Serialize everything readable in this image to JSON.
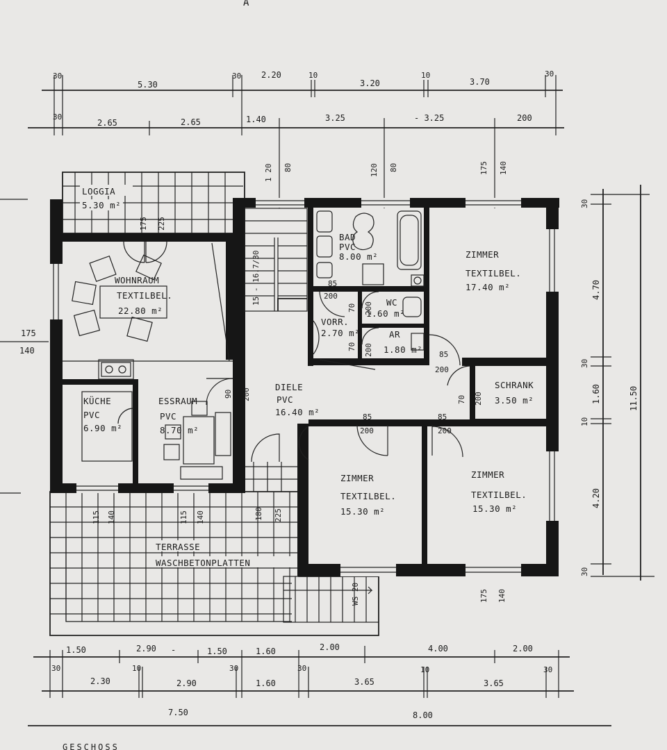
{
  "top": {
    "row1": [
      "30",
      "5.30",
      "30",
      "2.20",
      "10",
      "3.20",
      "10",
      "3.70",
      "30"
    ],
    "row2": [
      "30",
      "2.65",
      "2.65",
      "1.40",
      "3.25",
      "- 3.25",
      "200"
    ],
    "stubs": [
      "1 20",
      "80",
      "120",
      "80",
      "175",
      "140"
    ],
    "title": "A"
  },
  "rooms": {
    "loggia": {
      "name": "LOGGIA",
      "area": "5.30 m²",
      "d1": "175",
      "d2": "225"
    },
    "wohnraum": {
      "name": "WOHNRAUM",
      "floor": "TEXTILBEL.",
      "area": "22.80 m²"
    },
    "kueche": {
      "name": "KÜCHE",
      "floor": "PVC",
      "area": "6.90 m²"
    },
    "essraum": {
      "name": "ESSRAUM",
      "floor": "PVC",
      "area": "8.70 m²"
    },
    "stair": {
      "label": "15 - 16.7/30"
    },
    "bad": {
      "name": "BAD",
      "floor": "PVC",
      "area": "8.00 m²"
    },
    "wc": {
      "name": "WC",
      "area": "1.60 m²"
    },
    "vorr": {
      "name": "VORR.",
      "area": "2.70 m²"
    },
    "ar": {
      "name": "AR",
      "area": "1.80 m²"
    },
    "diele": {
      "name": "DIELE",
      "floor": "PVC",
      "area": "16.40 m²"
    },
    "schrank": {
      "name": "SCHRANK",
      "area": "3.50 m²"
    },
    "zimmer1": {
      "name": "ZIMMER",
      "floor": "TEXTILBEL.",
      "area": "17.40 m²"
    },
    "zimmer2": {
      "name": "ZIMMER",
      "floor": "TEXTILBEL.",
      "area": "15.30 m²"
    },
    "zimmer3": {
      "name": "ZIMMER",
      "floor": "TEXTILBEL.",
      "area": "15.30 m²"
    },
    "terrasse": {
      "name": "TERRASSE",
      "floor": "WASCHBETONPLATTEN"
    }
  },
  "doors": {
    "bad": [
      "85",
      "200"
    ],
    "wc": [
      "70",
      "200"
    ],
    "ar": [
      "70",
      "200"
    ],
    "diele": [
      "90",
      "200"
    ],
    "z1": [
      "85",
      "200"
    ],
    "schrank": [
      "70",
      "200"
    ],
    "z2": [
      "85",
      "200"
    ],
    "z3": [
      "85",
      "200"
    ],
    "stair2": "WS 20"
  },
  "windows": {
    "w1": [
      "115",
      "140"
    ],
    "w2": [
      "115",
      "140"
    ],
    "w3": [
      "180",
      "225"
    ],
    "w4": [
      "175",
      "140"
    ]
  },
  "right": [
    "30",
    "4.70",
    "30",
    "1.60",
    "10",
    "4.20",
    "30",
    "11.50"
  ],
  "left": [
    "175",
    "140"
  ],
  "bottom": {
    "row1": [
      "1.50",
      "2.90",
      "-",
      "1.50",
      "1.60",
      "2.00",
      "4.00",
      "2.00"
    ],
    "row2": [
      "30",
      "2.30",
      "10",
      "2.90",
      "30",
      "1.60",
      "30",
      "3.65",
      "10",
      "3.65",
      "30"
    ],
    "total": [
      "7.50",
      "8.00"
    ],
    "footer": "GESCHOSS"
  }
}
